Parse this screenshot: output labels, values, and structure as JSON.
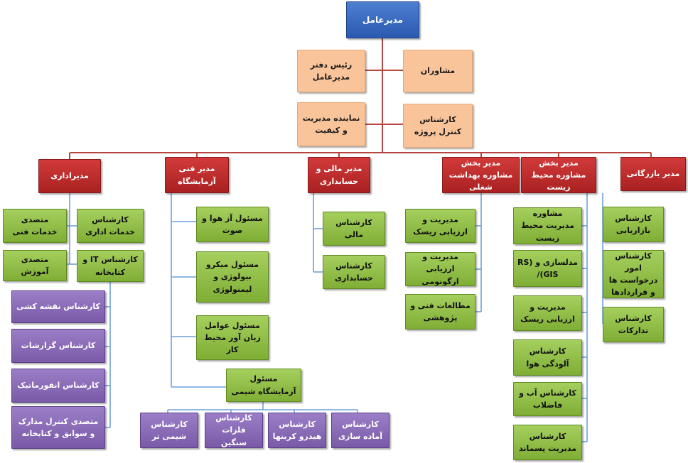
{
  "ceo": "مدیرعامل",
  "staff": {
    "office_head": "رئیس دفتر مدیرعامل",
    "advisors": "مشاوران",
    "quality_rep": "نماینده مدیریت و کیفیت",
    "project_control": "کارشناس کنترل پروژه"
  },
  "managers": {
    "admin": "مدیراداری",
    "technical": "مدیر فنی آزمایشگاه",
    "finance": "مدیر مالی و حسابداری",
    "occupational": "مدیر بخش مشاوره بهداشت شغلی",
    "environment": "مدیر بخش مشاوره محیط زیست",
    "commerce": "مدیر بازرگانی"
  },
  "admin_dept": {
    "tech_services_expert": "متصدی خدمات فنی",
    "admin_services_expert": "کارشناس خدمات اداری",
    "training_officer": "متصدی آموزش",
    "it_library_expert": "کارشناس IT و کتابخانه",
    "it_team": [
      "کارشناس نقشه کشی",
      "کارشناس گزارشات",
      "کارشناس انفورماتیک",
      "متصدی کنترل مدارک و سوابق و کتابخانه"
    ]
  },
  "technical_dept": {
    "items": [
      "مسئول آز هوا و صوت",
      "مسئول میکرو بیولوژی و لیمنولوژی",
      "مسئول عوامل زیان آور محیط کار",
      "مسئول آزمایشگاه شیمی"
    ],
    "chem_lab": [
      "کارشناس آماده سازی",
      "کارشناس هیدرو کربنها",
      "کارشناس فلزات سنگین",
      "کارشناس شیمی تر"
    ]
  },
  "finance_dept": [
    "کارشناس مالی",
    "کارشناس حسابداری"
  ],
  "occupational_dept": [
    "مدیریت و ارزیابی ریسک",
    "مدیریت و ارزیابی ارگونومی",
    "مطالعات فنی و پژوهشی"
  ],
  "environment_dept": [
    "مشاوره مدیریت محیط زیست",
    "مدلسازی و RS) (GIS/",
    "مدیریت و ارزیابی ریسک",
    "کارشناس آلودگی هوا",
    "کارشناس آب و فاضلاب",
    "کارشناس مدیریت پسماند"
  ],
  "commerce_dept": [
    "کارشناس بازاریابی",
    "کارشناس امور درخواست ها و قراردادها",
    "کارشناس تدارکات"
  ],
  "colors": {
    "ceo": "#3565b8",
    "staff": "#f9c49a",
    "manager": "#c02b2b",
    "unit": "#92c046",
    "lab_unit": "#8a6bb8",
    "connector": "#b5463f"
  }
}
